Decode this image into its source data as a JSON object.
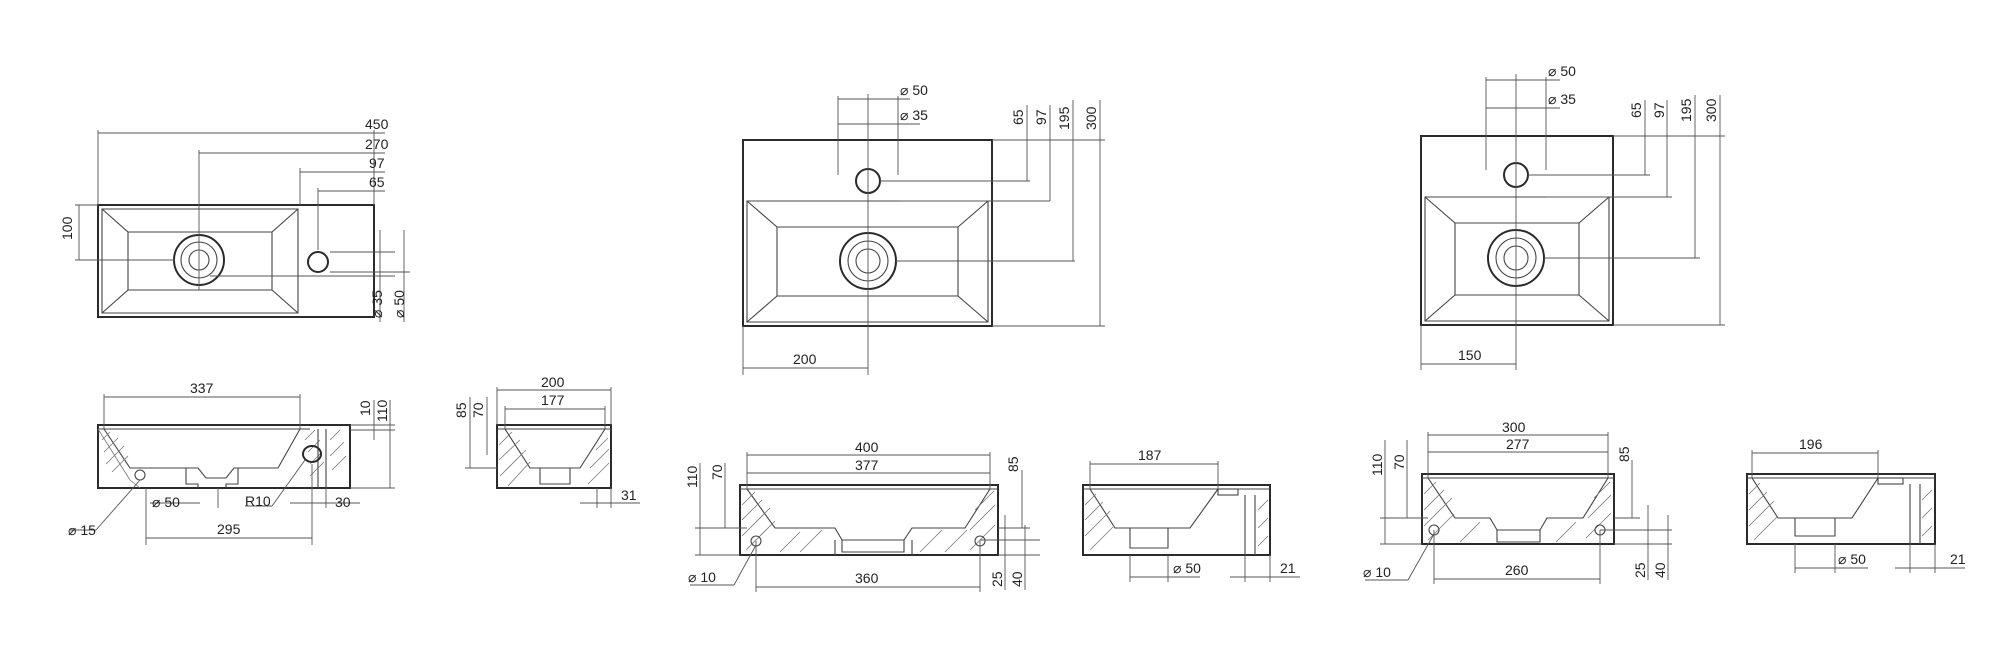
{
  "colors": {
    "line": "#2b2b2b",
    "dimension": "#555555",
    "background": "#ffffff"
  },
  "views": {
    "small_plan": {
      "d450": "450",
      "d270": "270",
      "d97": "97",
      "d65": "65",
      "d100": "100",
      "d35": "⌀ 35",
      "d50": "⌀ 50"
    },
    "small_section": {
      "d337": "337",
      "d10": "10",
      "d110": "110",
      "d15": "⌀ 15",
      "d50": "⌀ 50",
      "r10": "R10",
      "d30": "30",
      "d295": "295"
    },
    "small_side": {
      "d200": "200",
      "d177": "177",
      "d85": "85",
      "d70": "70",
      "d31": "31"
    },
    "medium_plan": {
      "d50": "⌀ 50",
      "d35": "⌀ 35",
      "d65": "65",
      "d97": "97",
      "d195": "195",
      "d300": "300",
      "d200": "200"
    },
    "medium_section": {
      "d400": "400",
      "d377": "377",
      "d110": "110",
      "d70": "70",
      "d85": "85",
      "d10": "⌀ 10",
      "d360": "360",
      "d25": "25",
      "d40": "40"
    },
    "medium_side": {
      "d187": "187",
      "d50": "⌀ 50",
      "d21": "21"
    },
    "large_plan": {
      "d50": "⌀ 50",
      "d35": "⌀ 35",
      "d65": "65",
      "d97": "97",
      "d195": "195",
      "d300": "300",
      "d150": "150"
    },
    "large_section": {
      "d300": "300",
      "d277": "277",
      "d110": "110",
      "d70": "70",
      "d85": "85",
      "d10": "⌀ 10",
      "d260": "260",
      "d25": "25",
      "d40": "40"
    },
    "large_side": {
      "d196": "196",
      "d50": "⌀ 50",
      "d21": "21"
    }
  }
}
